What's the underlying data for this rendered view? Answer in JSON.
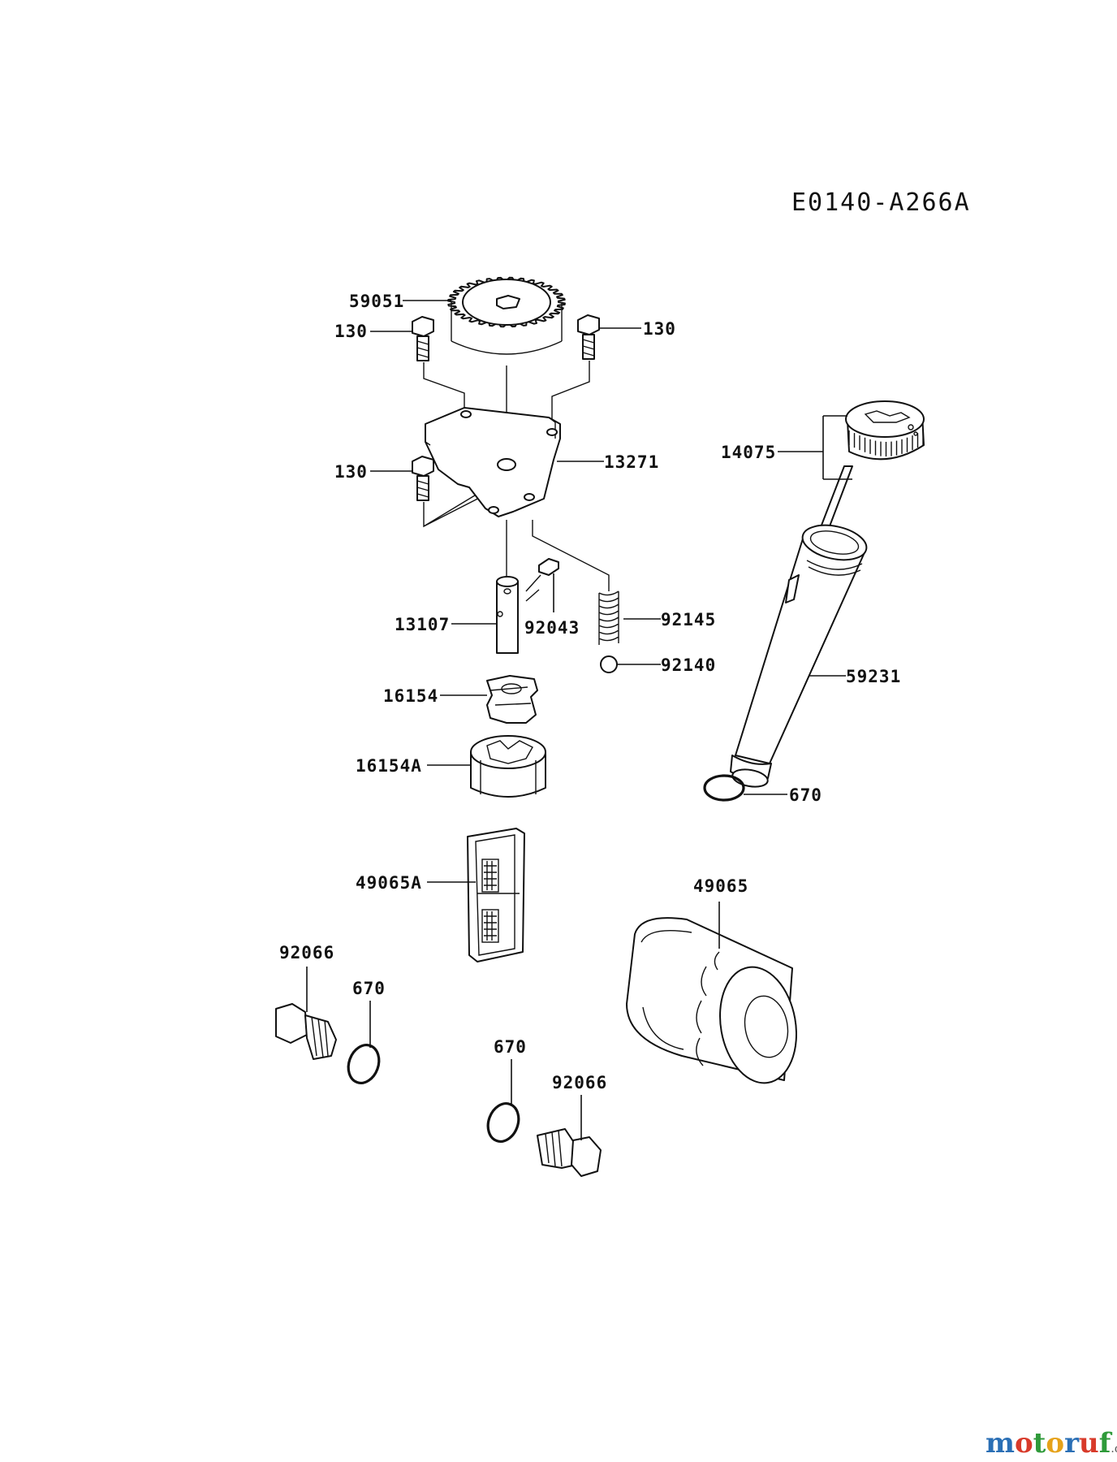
{
  "diagram": {
    "code": "E0140-A266A",
    "labels": {
      "gear": "59051",
      "bolt_left_top": "130",
      "bolt_right_top": "130",
      "bolt_left_mid": "130",
      "plate": "13271",
      "dipstick": "14075",
      "shaft": "13107",
      "pin": "92043",
      "spring": "92145",
      "ball": "92140",
      "tube": "59231",
      "inner_rotor": "16154",
      "outer_rotor": "16154A",
      "oring_tube": "670",
      "screen": "49065A",
      "filter": "49065",
      "plug_left": "92066",
      "oring_left": "670",
      "oring_center": "670",
      "plug_center": "92066"
    }
  },
  "watermark": {
    "brand": "motoruf",
    "suffix": ".de",
    "colors": {
      "m": "#2a6fb5",
      "o1": "#d83a2a",
      "t": "#2f9a3a",
      "o2": "#e6a21a",
      "r": "#2a6fb5",
      "u": "#d83a2a",
      "f": "#2f9a3a"
    }
  }
}
